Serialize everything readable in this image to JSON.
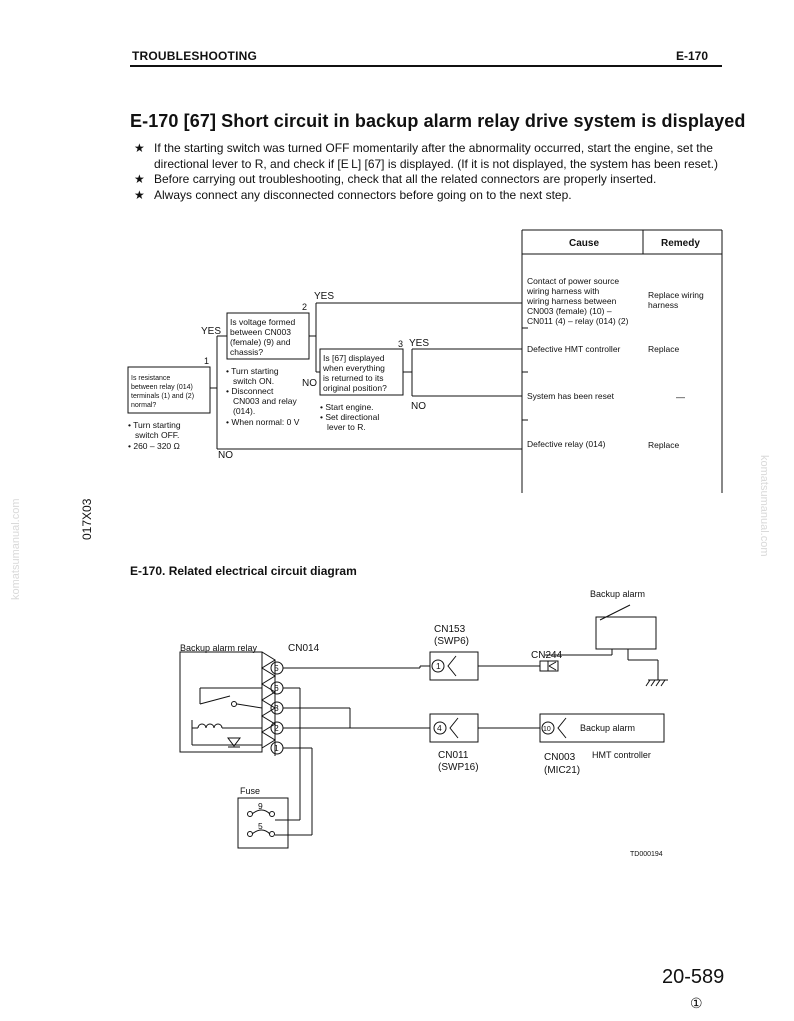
{
  "header": {
    "section": "TROUBLESHOOTING",
    "code": "E-170"
  },
  "title": "E-170 [67] Short circuit in backup alarm relay drive system is displayed",
  "notes": [
    "If the starting switch was turned OFF momentarily after the abnormality occurred, start the engine, set the directional lever to R, and check if [E L] [67] is displayed. (If it is not displayed, the system has been reset.)",
    "Before carrying out troubleshooting, check that all the related connectors are properly inserted.",
    "Always connect any disconnected connectors before going on to the next step."
  ],
  "star_symbol": "★",
  "flowchart": {
    "cause_header": "Cause",
    "remedy_header": "Remedy",
    "yes": "YES",
    "no": "NO",
    "step_nums": [
      "1",
      "2",
      "3"
    ],
    "step1": {
      "question": [
        "Is resistance",
        "between relay (014)",
        "terminals (1) and (2)",
        "normal?"
      ],
      "conditions": [
        "• Turn starting",
        "switch OFF.",
        "• 260 – 320 Ω"
      ]
    },
    "step2": {
      "question": [
        "Is voltage formed",
        "between CN003",
        "(female) (9) and",
        "chassis?"
      ],
      "conditions": [
        "• Turn starting",
        "switch ON.",
        "• Disconnect",
        "CN003 and relay",
        "(014).",
        "• When normal: 0 V"
      ]
    },
    "step3": {
      "question": [
        "Is [67] displayed",
        "when everything",
        "is returned to its",
        "original position?"
      ],
      "conditions": [
        "• Start engine.",
        "• Set directional",
        "lever to R."
      ]
    },
    "causes": [
      {
        "cause": [
          "Contact of power source",
          "wiring harness with",
          "wiring harness between",
          "CN003 (female) (10) –",
          "CN011 (4) – relay (014) (2)"
        ],
        "remedy": [
          "Replace wiring",
          "harness"
        ]
      },
      {
        "cause": [
          "Defective HMT controller"
        ],
        "remedy": [
          "Replace"
        ]
      },
      {
        "cause": [
          "System has been reset"
        ],
        "remedy": [
          "—"
        ]
      },
      {
        "cause": [
          "Defective relay (014)"
        ],
        "remedy": [
          "Replace"
        ]
      }
    ]
  },
  "side_code": "017X03",
  "watermark": "komatsumanual.com",
  "circuit": {
    "section_title": "E-170. Related electrical circuit diagram",
    "backup_alarm_top": "Backup alarm",
    "cn153": "CN153",
    "swp6": "(SWP6)",
    "cn244": "CN244",
    "relay_label": "Backup alarm relay",
    "cn014": "CN014",
    "pins": [
      "5",
      "6",
      "3",
      "2",
      "1"
    ],
    "pin_cn153": "1",
    "pin_cn011": "4",
    "pin_cn003": "10",
    "controller_label": "Backup alarm",
    "cn011": "CN011",
    "swp16": "(SWP16)",
    "cn003": "CN003",
    "mic21": "(MIC21)",
    "hmt": "HMT controller",
    "fuse": "Fuse",
    "fuse_pins": [
      "9",
      "5"
    ],
    "drawing_code": "TD000194"
  },
  "footer": {
    "page": "20-589",
    "rev": "①"
  }
}
